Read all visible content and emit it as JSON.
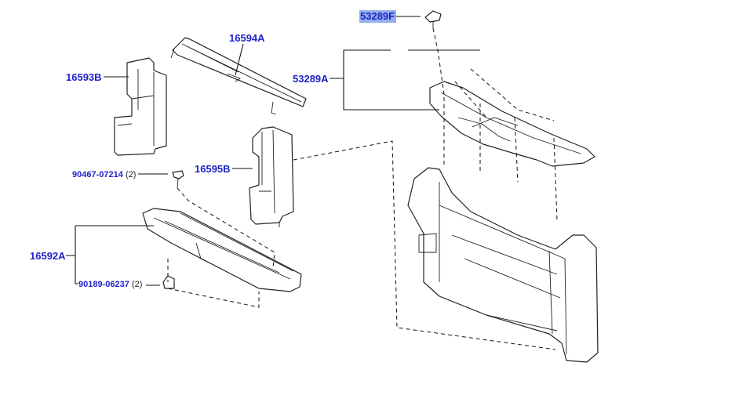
{
  "diagram": {
    "labels": [
      {
        "id": "53289F",
        "text": "53289F",
        "highlight_color": "#3a6fd8"
      },
      {
        "id": "16594A",
        "text": "16594A"
      },
      {
        "id": "16593B",
        "text": "16593B"
      },
      {
        "id": "53289A",
        "text": "53289A"
      },
      {
        "id": "90467-07214",
        "text": "90467-07214",
        "qty": "(2)"
      },
      {
        "id": "16595B",
        "text": "16595B"
      },
      {
        "id": "16592A",
        "text": "16592A"
      },
      {
        "id": "90189-06237",
        "text": "90189-06237",
        "qty": "(2)"
      }
    ],
    "colors": {
      "label": "#1f22c8",
      "line": "#222222",
      "highlight": "#3a6fd8"
    }
  }
}
